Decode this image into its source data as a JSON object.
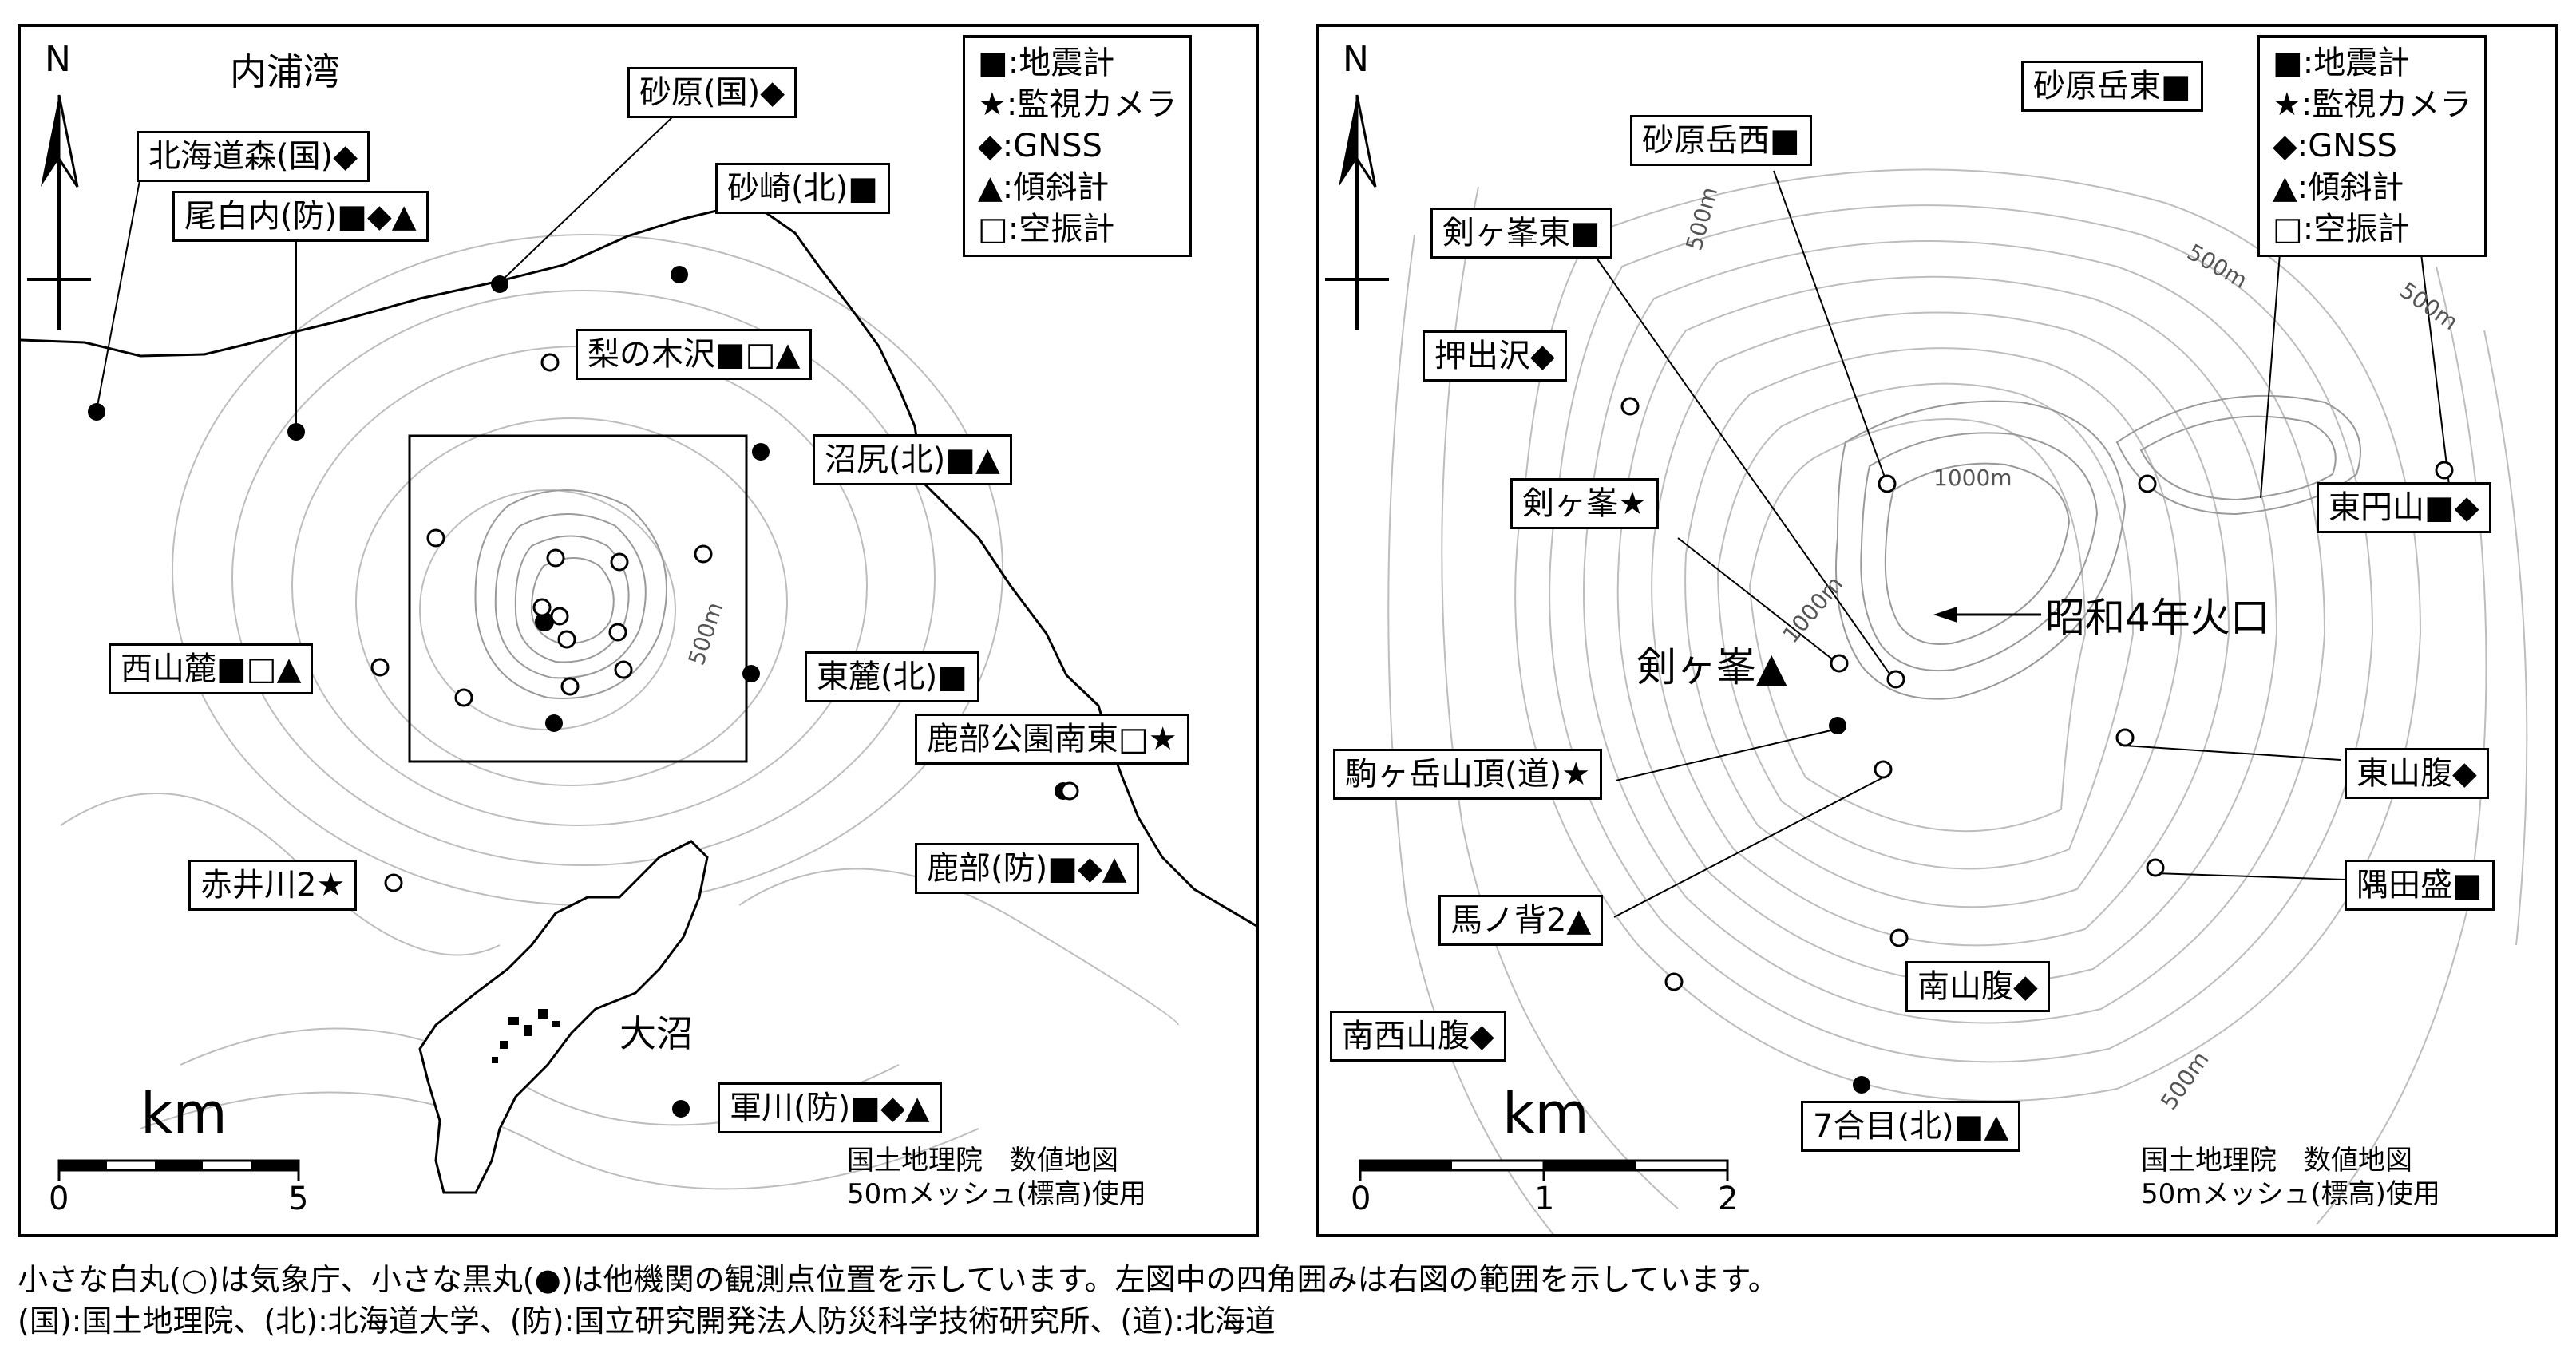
{
  "left_map": {
    "place_labels": {
      "bay": "内浦湾",
      "lake": "大沼"
    },
    "north": "N",
    "legend": [
      {
        "symbol": "■",
        "label": "地震計"
      },
      {
        "symbol": "★",
        "label": "監視カメラ"
      },
      {
        "symbol": "◆",
        "label": "GNSS"
      },
      {
        "symbol": "▲",
        "label": "傾斜計"
      },
      {
        "symbol": "□",
        "label": "空振計"
      }
    ],
    "stations": [
      "砂原(国)◆",
      "北海道森(国)◆",
      "砂崎(北)■",
      "尾白内(防)■◆▲",
      "梨の木沢■□▲",
      "沼尻(北)■▲",
      "西山麓■□▲",
      "東麓(北)■",
      "鹿部公園南東□★",
      "鹿部(防)■◆▲",
      "赤井川2★",
      "軍川(防)■◆▲"
    ],
    "contour_label": "500m",
    "scale": {
      "unit": "km",
      "ticks": [
        "0",
        "5"
      ]
    },
    "credit_line1": "国土地理院　数値地図",
    "credit_line2": "50mメッシュ(標高)使用"
  },
  "right_map": {
    "north": "N",
    "legend": [
      {
        "symbol": "■",
        "label": "地震計"
      },
      {
        "symbol": "★",
        "label": "監視カメラ"
      },
      {
        "symbol": "◆",
        "label": "GNSS"
      },
      {
        "symbol": "▲",
        "label": "傾斜計"
      },
      {
        "symbol": "□",
        "label": "空振計"
      }
    ],
    "stations": [
      "砂原岳東■",
      "砂原岳西■",
      "剣ヶ峯東■",
      "押出沢◆",
      "剣ヶ峯★",
      "東円山■◆",
      "駒ヶ岳山頂(道)★",
      "東山腹◆",
      "馬ノ背2▲",
      "隅田盛■",
      "南山腹◆",
      "南西山腹◆",
      "7合目(北)■▲"
    ],
    "crater": "昭和4年火口",
    "peak": "剣ヶ峯▲",
    "contour_labels": [
      "500m",
      "500m",
      "1000m",
      "1000m",
      "500m",
      "500m"
    ],
    "scale": {
      "unit": "km",
      "ticks": [
        "0",
        "1",
        "2"
      ]
    },
    "credit_line1": "国土地理院　数値地図",
    "credit_line2": "50mメッシュ(標高)使用"
  },
  "caption": {
    "line1": "小さな白丸(○)は気象庁、小さな黒丸(●)は他機関の観測点位置を示しています。左図中の四角囲みは右図の範囲を示しています。",
    "line2": "(国):国土地理院、(北):北海道大学、(防):国立研究開発法人防災科学技術研究所、(道):北海道"
  }
}
